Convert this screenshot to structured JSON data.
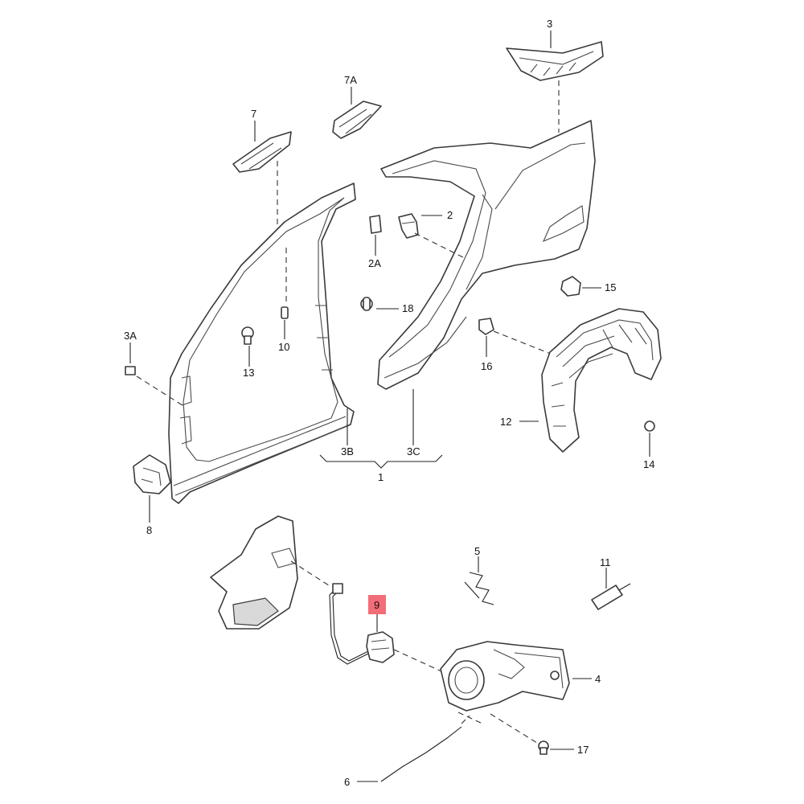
{
  "labels": {
    "l1": "1",
    "l2": "2",
    "l2a": "2A",
    "l3": "3",
    "l3a": "3A",
    "l3b": "3B",
    "l3c": "3C",
    "l4": "4",
    "l5": "5",
    "l6": "6",
    "l7": "7",
    "l7a": "7A",
    "l8": "8",
    "l9": "9",
    "l10": "10",
    "l11": "11",
    "l12": "12",
    "l13": "13",
    "l14": "14",
    "l15": "15",
    "l16": "16",
    "l17": "17",
    "l18": "18"
  },
  "highlight": {
    "part": "9",
    "color": "#f26d78"
  }
}
